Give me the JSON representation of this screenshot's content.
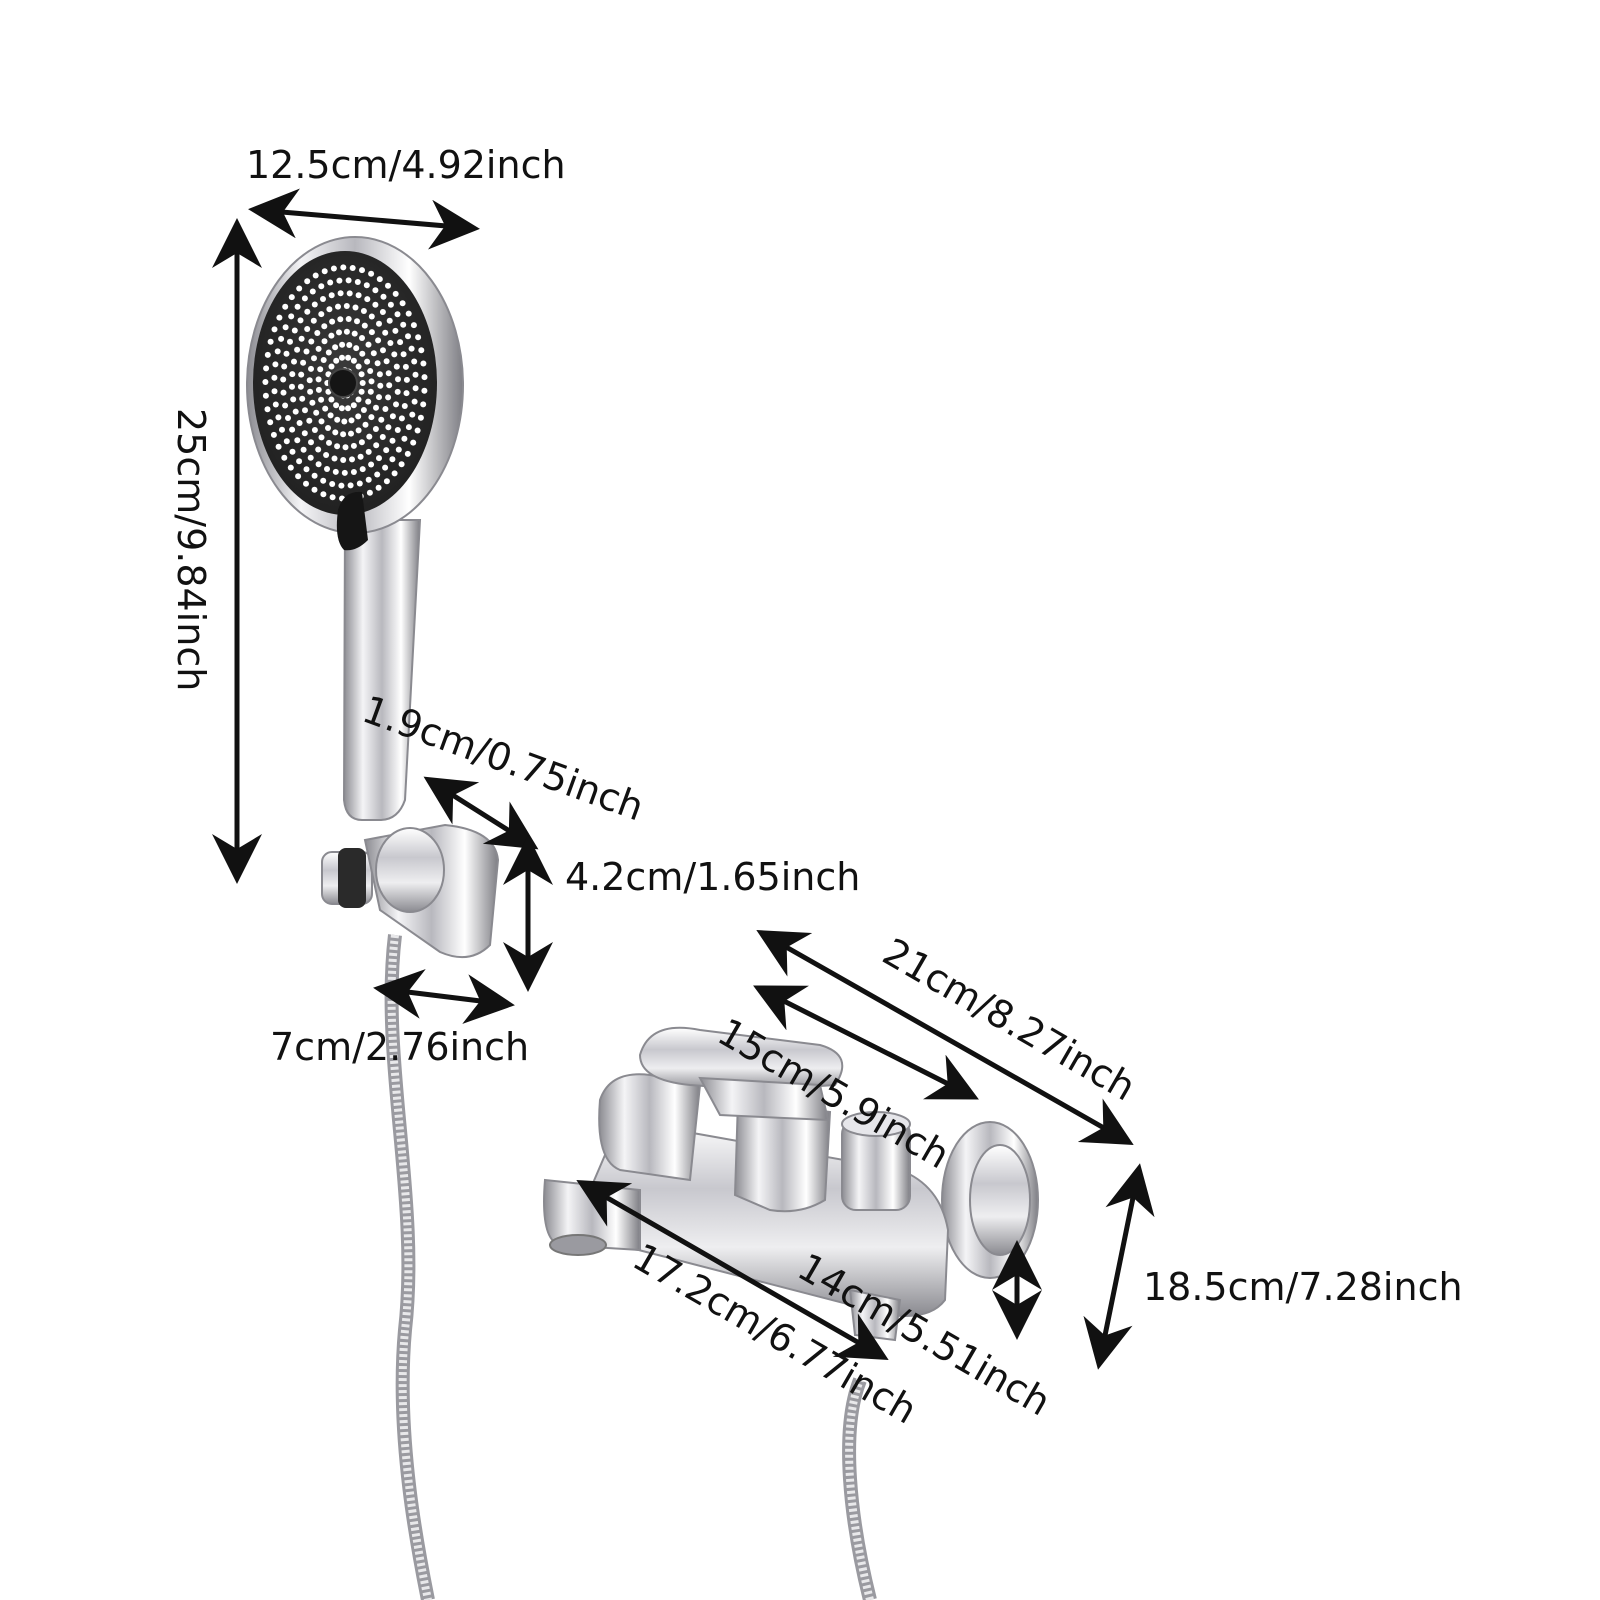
{
  "colors": {
    "background": "#ffffff",
    "arrow": "#111111",
    "chrome": "#d0d0d4",
    "shower_face": "#2b2b2b",
    "nozzle": "#ffffff"
  },
  "dimensions": {
    "head_width": "12.5cm/4.92inch",
    "head_length": "25cm/9.84inch",
    "holder_depth": "1.9cm/0.75inch",
    "holder_height": "4.2cm/1.65inch",
    "holder_width": "7cm/2.76inch",
    "faucet_total_width": "21cm/8.27inch",
    "faucet_body_width": "15cm/5.9inch",
    "spout_length": "17.2cm/6.77inch",
    "faucet_depth": "14cm/5.51inch",
    "faucet_height": "18.5cm/7.28inch"
  }
}
